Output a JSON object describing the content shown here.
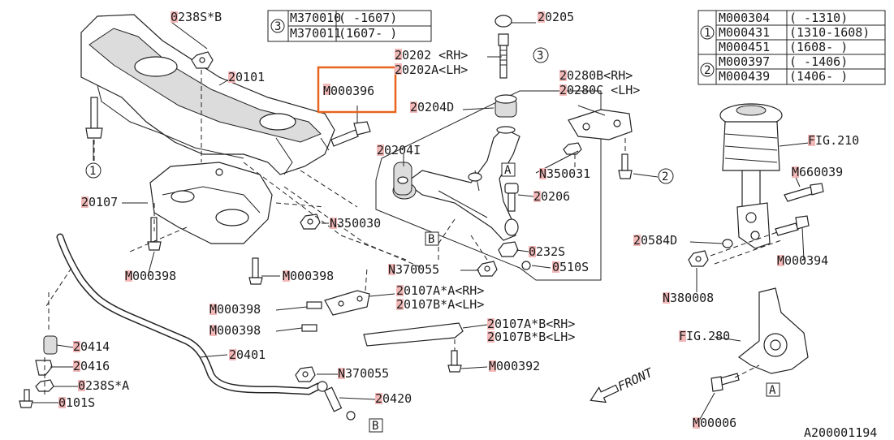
{
  "callouts": {
    "c20101": "20101",
    "c0238sb": "0238S*B",
    "c20107": "20107",
    "m000398_a": "M000398",
    "m000398_b": "M000398",
    "m000398_c": "M000398",
    "m000398_d": "M000398",
    "n350030": "N350030",
    "m000396": "M000396",
    "c20202": "20202 <RH>",
    "c20202a": "20202A<LH>",
    "c20205": "20205",
    "c20204d": "20204D",
    "c20204i": "20204I",
    "c20206": "20206",
    "c0232s": "0232S",
    "c0510s": "0510S",
    "n370055_a": "N370055",
    "n370055_b": "N370055",
    "c20280b": "20280B<RH>",
    "c20280c": "20280C <LH>",
    "n350031": "N350031",
    "fig210": "FIG.210",
    "m660039": "M660039",
    "c20584d": "20584D",
    "m000394": "M000394",
    "n380008": "N380008",
    "fig280": "FIG.280",
    "m00006": "M00006",
    "c20107a_a_rh": "20107A*A<RH>",
    "c20107b_a_lh": "20107B*A<LH>",
    "c20107a_b_rh": "20107A*B<RH>",
    "c20107b_b_lh": "20107B*B<LH>",
    "m000392": "M000392",
    "c20414": "20414",
    "c20416": "20416",
    "c0238sa": "0238S*A",
    "c0101s": "0101S",
    "c20401": "20401",
    "c20420": "20420",
    "front": "FRONT",
    "diagram_id": "A200001194"
  },
  "markers": {
    "circle1": "1",
    "circle2": "2",
    "circle3": "3",
    "boxA": "A",
    "boxB": "B"
  },
  "table3": {
    "marker": "3",
    "rows": [
      {
        "part": "M370010",
        "range": "( -1607)"
      },
      {
        "part": "M370011",
        "range": "(1607- )"
      }
    ]
  },
  "table12": {
    "group1": {
      "marker": "1",
      "rows": [
        {
          "part": "M000304",
          "range": "(      -1310)"
        },
        {
          "part": "M000431",
          "range": "(1310-1608)"
        },
        {
          "part": "M000451",
          "range": "(1608-      )"
        }
      ]
    },
    "group2": {
      "marker": "2",
      "rows": [
        {
          "part": "M000397",
          "range": "(      -1406)"
        },
        {
          "part": "M000439",
          "range": "(1406-      )"
        }
      ]
    }
  },
  "colors": {
    "highlight_box": "#e8641e",
    "label_tag": "#f2b8b8"
  }
}
